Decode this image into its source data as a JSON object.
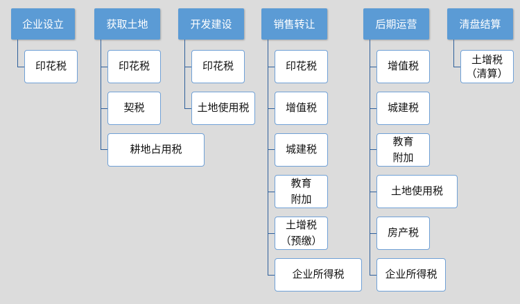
{
  "columns": [
    {
      "head": "企业设立",
      "items": [
        "印花税"
      ]
    },
    {
      "head": "获取土地",
      "items": [
        "印花税",
        "契税",
        "耕地占用税"
      ]
    },
    {
      "head": "开发建设",
      "items": [
        "印花税",
        "土地使用税"
      ]
    },
    {
      "head": "销售转让",
      "items": [
        "印花税",
        "增值税",
        "城建税",
        "教育\n附加",
        "土增税\n（预缴）",
        "企业所得税"
      ]
    },
    {
      "head": "后期运营",
      "items": [
        "增值税",
        "城建税",
        "教育\n附加",
        "土地使用税",
        "房产税",
        "企业所得税"
      ]
    },
    {
      "head": "清盘结算",
      "items": [
        "土增税\n（清算）"
      ]
    }
  ]
}
